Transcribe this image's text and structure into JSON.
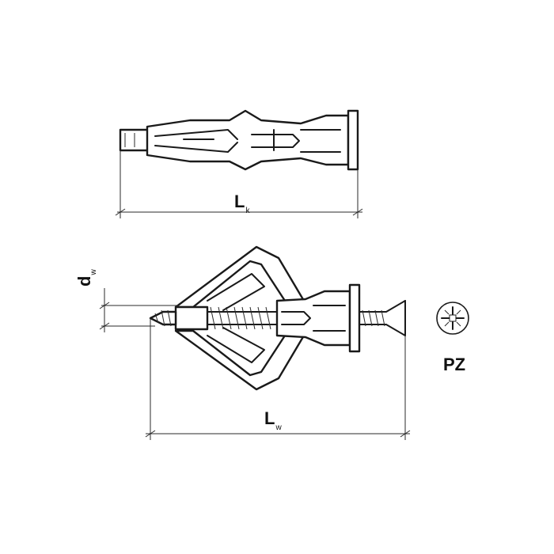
{
  "diagram": {
    "dim_collapsed_length": {
      "main": "L",
      "sub": "k"
    },
    "dim_expanded_length": {
      "main": "L",
      "sub": "w"
    },
    "dim_diameter": {
      "main": "d",
      "sub": "w"
    },
    "drive_type": "PZ",
    "drive_icon": "pozidriv-icon"
  },
  "colors": {
    "line": "#1a1a1a",
    "background": "#ffffff"
  }
}
